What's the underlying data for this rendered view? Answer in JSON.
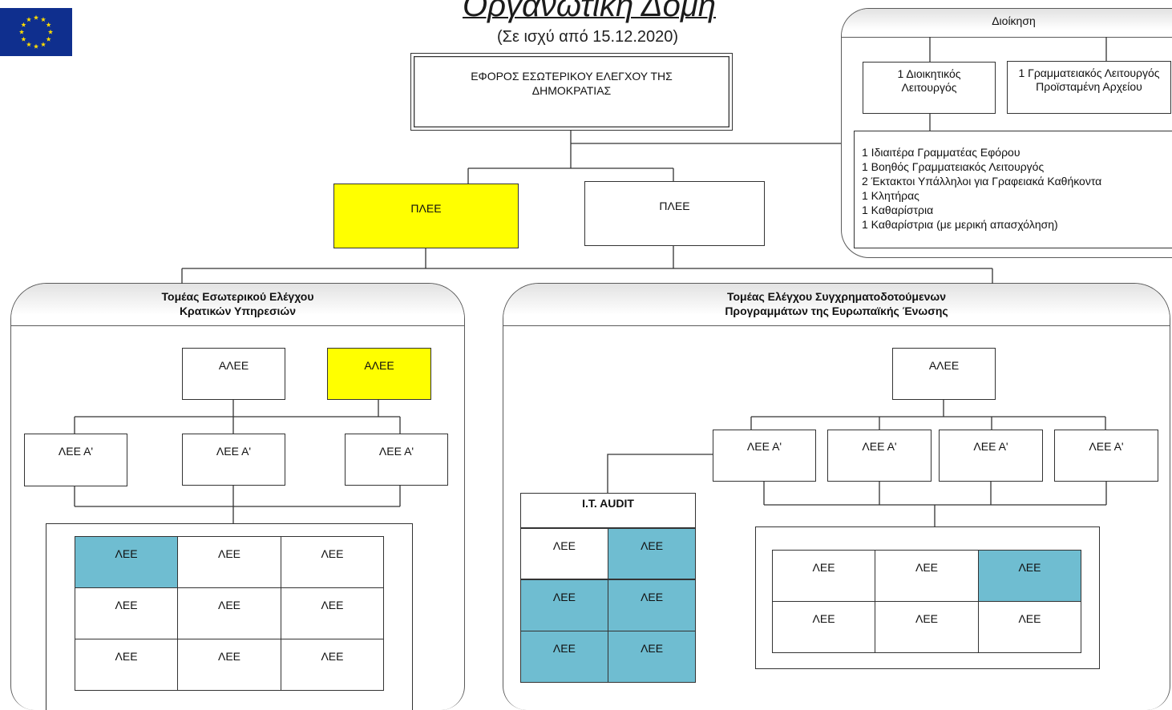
{
  "header": {
    "title": "Οργανωτική Δομή",
    "subtitle": "(Σε ισχύ από 15.12.2020)"
  },
  "eu_flag": {
    "icon": "eu-flag-icon",
    "background": "#0f2f8e",
    "star_color": "#ffdd00"
  },
  "colors": {
    "yellow": "#ffff00",
    "blue": "#6fbdd1",
    "none": "#ffffff",
    "line": "#333333"
  },
  "director": {
    "line1": "ΕΦΟΡΟΣ ΕΣΩΤΕΡΙΚΟΥ ΕΛΕΓΧΟΥ ΤΗΣ",
    "line2": "ΔΗΜΟΚΡΑΤΙΑΣ"
  },
  "senior_officers": [
    {
      "label": "ΠΛΕΕ",
      "highlight": "yellow"
    },
    {
      "label": "ΠΛΕΕ",
      "highlight": "none"
    }
  ],
  "administration": {
    "title": "Διοίκηση",
    "roles": [
      {
        "line1": "1 Διοικητικός",
        "line2": "Λειτουργός"
      },
      {
        "line1": "1 Γραμματειακός Λειτουργός",
        "line2": "Προϊσταμένη Αρχείου"
      }
    ],
    "staff": [
      "1 Ιδιαιτέρα Γραμματέας Εφόρου",
      "1 Βοηθός Γραμματειακός Λειτουργός",
      "2 Έκτακτοι Υπάλληλοι για Γραφειακά Καθήκοντα",
      "1 Κλητήρας",
      "1 Καθαρίστρια",
      "1 Καθαρίστρια (με μερική απασχόληση)"
    ]
  },
  "sector_state": {
    "title_line1": "Τομέας Εσωτερικού Ελέγχου",
    "title_line2": "Κρατικών Υπηρεσιών",
    "assistant_directors": [
      {
        "label": "ΑΛΕΕ",
        "highlight": "none"
      },
      {
        "label": "ΑΛΕΕ",
        "highlight": "yellow"
      }
    ],
    "officers_a": [
      {
        "label": "ΛΕΕ Α'"
      },
      {
        "label": "ΛΕΕ Α'"
      },
      {
        "label": "ΛΕΕ Α'"
      }
    ],
    "officers": [
      [
        {
          "label": "ΛΕΕ",
          "highlight": "blue"
        },
        {
          "label": "ΛΕΕ",
          "highlight": "none"
        },
        {
          "label": "ΛΕΕ",
          "highlight": "none"
        }
      ],
      [
        {
          "label": "ΛΕΕ",
          "highlight": "none"
        },
        {
          "label": "ΛΕΕ",
          "highlight": "none"
        },
        {
          "label": "ΛΕΕ",
          "highlight": "none"
        }
      ],
      [
        {
          "label": "ΛΕΕ",
          "highlight": "none"
        },
        {
          "label": "ΛΕΕ",
          "highlight": "none"
        },
        {
          "label": "ΛΕΕ",
          "highlight": "none"
        }
      ]
    ]
  },
  "sector_eu": {
    "title_line1": "Τομέας Ελέγχου Συγχρηματοδοτούμενων",
    "title_line2": "Προγραμμάτων της Ευρωπαϊκής Ένωσης",
    "assistant_director": {
      "label": "ΑΛΕΕ",
      "highlight": "none"
    },
    "officers_a": [
      {
        "label": "ΛΕΕ Α'"
      },
      {
        "label": "ΛΕΕ Α'"
      },
      {
        "label": "ΛΕΕ Α'"
      },
      {
        "label": "ΛΕΕ Α'"
      }
    ],
    "officers": [
      [
        {
          "label": "ΛΕΕ",
          "highlight": "none"
        },
        {
          "label": "ΛΕΕ",
          "highlight": "none"
        },
        {
          "label": "ΛΕΕ",
          "highlight": "blue"
        }
      ],
      [
        {
          "label": "ΛΕΕ",
          "highlight": "none"
        },
        {
          "label": "ΛΕΕ",
          "highlight": "none"
        },
        {
          "label": "ΛΕΕ",
          "highlight": "none"
        }
      ]
    ],
    "it_audit": {
      "title": "I.T. AUDIT",
      "officers": [
        [
          {
            "label": "ΛΕΕ",
            "highlight": "none"
          },
          {
            "label": "ΛΕΕ",
            "highlight": "blue"
          }
        ],
        [
          {
            "label": "ΛΕΕ",
            "highlight": "blue"
          },
          {
            "label": "ΛΕΕ",
            "highlight": "blue"
          }
        ],
        [
          {
            "label": "ΛΕΕ",
            "highlight": "blue"
          },
          {
            "label": "ΛΕΕ",
            "highlight": "blue"
          }
        ]
      ]
    }
  }
}
